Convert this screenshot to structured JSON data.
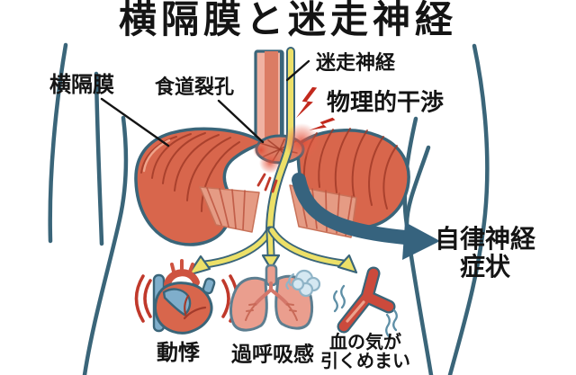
{
  "title": "横隔膜と迷走神経",
  "labels": {
    "diaphragm": "横隔膜",
    "esophageal_hiatus": "食道裂孔",
    "vagus_nerve": "迷走神経",
    "physical_interference": "物理的干渉",
    "autonomic_symptoms": {
      "line1": "自律神経",
      "line2": "症状"
    },
    "palpitations": "動悸",
    "hyperventilation": "過呼吸感",
    "faintness": {
      "line1": "血の気が",
      "line2": "引くめまい"
    }
  },
  "icons": {
    "heart": "heart-icon",
    "lungs": "lungs-icon",
    "blood_vessel": "blood-vessel-icon",
    "lightning": "lightning-bolt-icon",
    "breath_puff": "breath-puff-icon",
    "big_arrow": "autonomic-arrow-icon",
    "nerve_arrows": "nerve-branch-arrow-icon"
  },
  "colors": {
    "background": "#ffffff",
    "outline": "#3a6579",
    "muscle": "#d8664c",
    "muscle_dark": "#9f3826",
    "muscle_light": "#e59b84",
    "esophagus_wall": "#f0b2a2",
    "esophagus_core": "#db7c64",
    "nerve_yellow": "#ece068",
    "alert_red": "#c2291d",
    "arrow_teal": "#36637e",
    "vessel_blue": "#7faecb",
    "lung_pink": "#ea9e8e",
    "puff_blue": "#d5e8f2",
    "text": "#141414"
  }
}
